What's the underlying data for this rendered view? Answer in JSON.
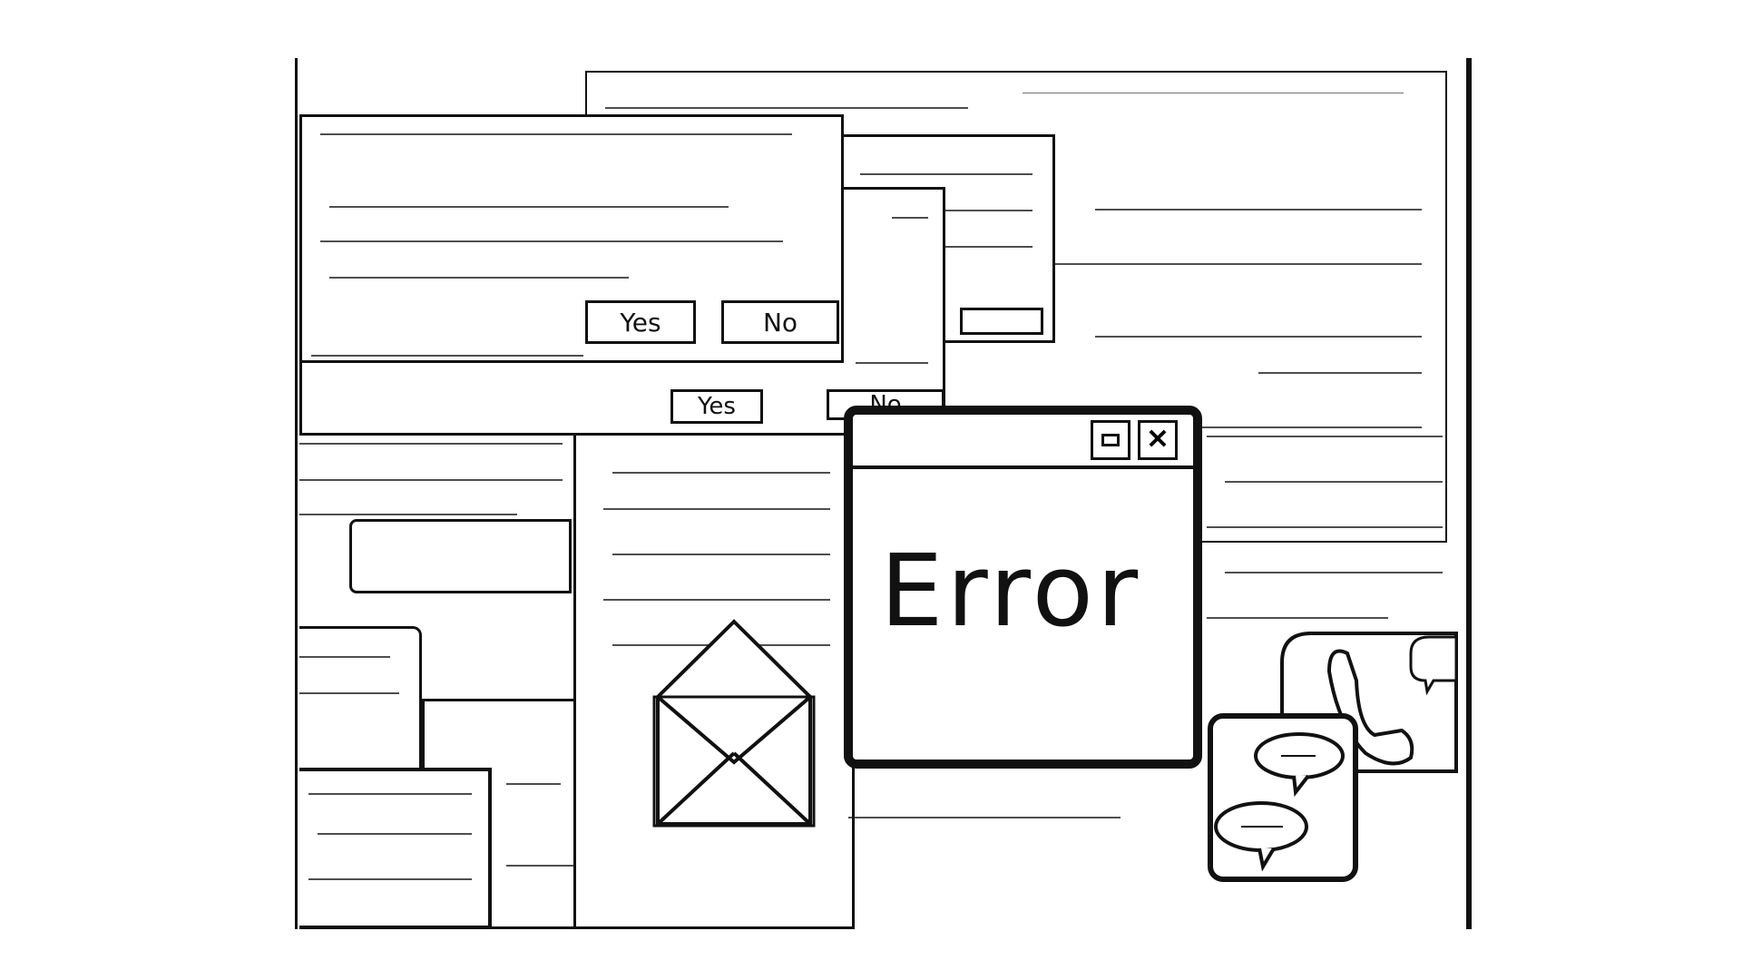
{
  "dialogs": {
    "front": {
      "yes_label": "Yes",
      "no_label": "No"
    },
    "middle": {
      "yes_label": "Yes",
      "no_label": "No"
    },
    "back": {
      "button_label": ""
    }
  },
  "error_window": {
    "message": "Error",
    "maximize_icon": "maximize-icon",
    "close_icon": "close-icon",
    "close_glyph": "✕"
  },
  "icons": {
    "mail": "envelope-icon",
    "phone": "phone-icon",
    "chat": "chat-bubbles-icon"
  }
}
